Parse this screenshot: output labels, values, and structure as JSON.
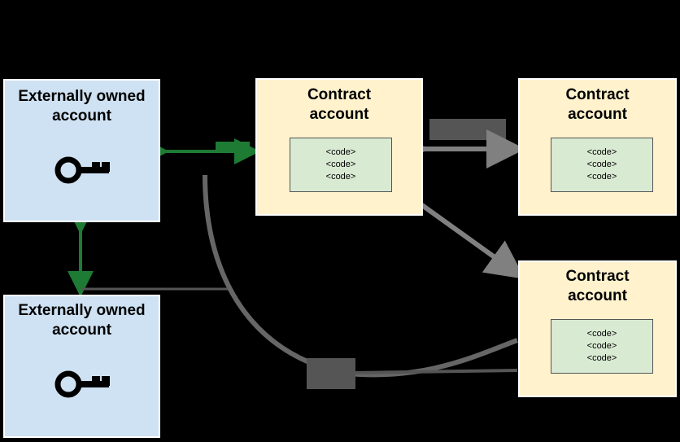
{
  "eoa_top": {
    "title_line1": "Externally owned",
    "title_line2": "account",
    "icon": "key-icon"
  },
  "eoa_bottom": {
    "title_line1": "Externally owned",
    "title_line2": "account",
    "icon": "key-icon"
  },
  "contract_center": {
    "title_line1": "Contract",
    "title_line2": "account",
    "code": [
      "<code>",
      "<code>",
      "<code>"
    ]
  },
  "contract_top_right": {
    "title_line1": "Contract",
    "title_line2": "account",
    "code": [
      "<code>",
      "<code>",
      "<code>"
    ]
  },
  "contract_bottom_right": {
    "title_line1": "Contract",
    "title_line2": "account",
    "code": [
      "<code>",
      "<code>",
      "<code>"
    ]
  },
  "colors": {
    "background": "#000000",
    "eoa_fill": "#cfe2f3",
    "contract_fill": "#fff2cc",
    "code_fill": "#d9ead3",
    "green_arrow": "#1e7b34",
    "gray_arrow": "#808080"
  }
}
